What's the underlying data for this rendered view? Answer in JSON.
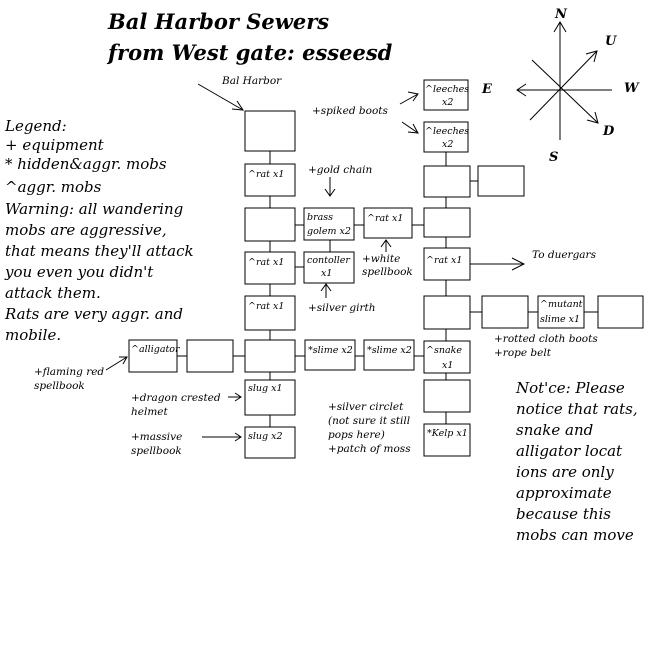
{
  "title": {
    "line1": "Bal Harbor Sewers",
    "line2": "from West gate: esseesd"
  },
  "legend": [
    "Legend:",
    " + equipment",
    " * hidden&aggr. mobs",
    "^aggr. mobs",
    "Warning: all wandering",
    "mobs are aggressive,",
    "that means they'll attack",
    "you even you didn't",
    "attack them.",
    "Rats are very aggr. and",
    "mobile."
  ],
  "notice": [
    "Not'ce: Please",
    "notice that rats,",
    "snake and",
    "alligator locat",
    "ions are only",
    "approximate",
    "because this",
    "mobs can move"
  ],
  "compass": {
    "n": "N",
    "u": "U",
    "e": "E",
    "w": "W",
    "d": "D",
    "s": "S"
  },
  "rooms": {
    "start": "",
    "rat1": "^rat x1",
    "r3a": "",
    "rat2": "^rat x1",
    "rat3": "^rat x1",
    "junction": "",
    "slug1": "slug x1",
    "slug2": "slug x2",
    "alligator": "^alligator",
    "westmid": "",
    "brass1": "brass",
    "brass2": "golem x2",
    "controller1": "contoller",
    "controller2": "x1",
    "slime1": "*slime x2",
    "slime2": "*slime x2",
    "rat4": "^rat x1",
    "leeches1a": "^leeches",
    "leeches1b": "x2",
    "leeches2a": "^leeches",
    "leeches2b": "x2",
    "e3": "",
    "e3b": "",
    "e4": "",
    "rat5": "^rat x1",
    "e6": "",
    "e6b": "",
    "mutant1": "^mutant",
    "mutant2": "slime x1",
    "e6d": "",
    "snake1": "^snake",
    "snake2": "x1",
    "e8": "",
    "kelp": "*Kelp x1"
  },
  "notes": {
    "balharbor": "Bal Harbor",
    "spiked": "+spiked boots",
    "goldchain": "+gold chain",
    "white1": "+white",
    "white2": "spellbook",
    "duergars": "To duergars",
    "silvergirth": "+silver girth",
    "rotted": "+rotted cloth boots",
    "ropebelt": "+rope belt",
    "flaming1": "+flaming red",
    "flaming2": "spellbook",
    "dragon1": "+dragon crested",
    "dragon2": "helmet",
    "massive1": "+massive",
    "massive2": "spellbook",
    "circle1": "+silver circlet",
    "circle2": "(not sure it still",
    "circle3": "pops here)",
    "circle4": "+patch of moss"
  }
}
